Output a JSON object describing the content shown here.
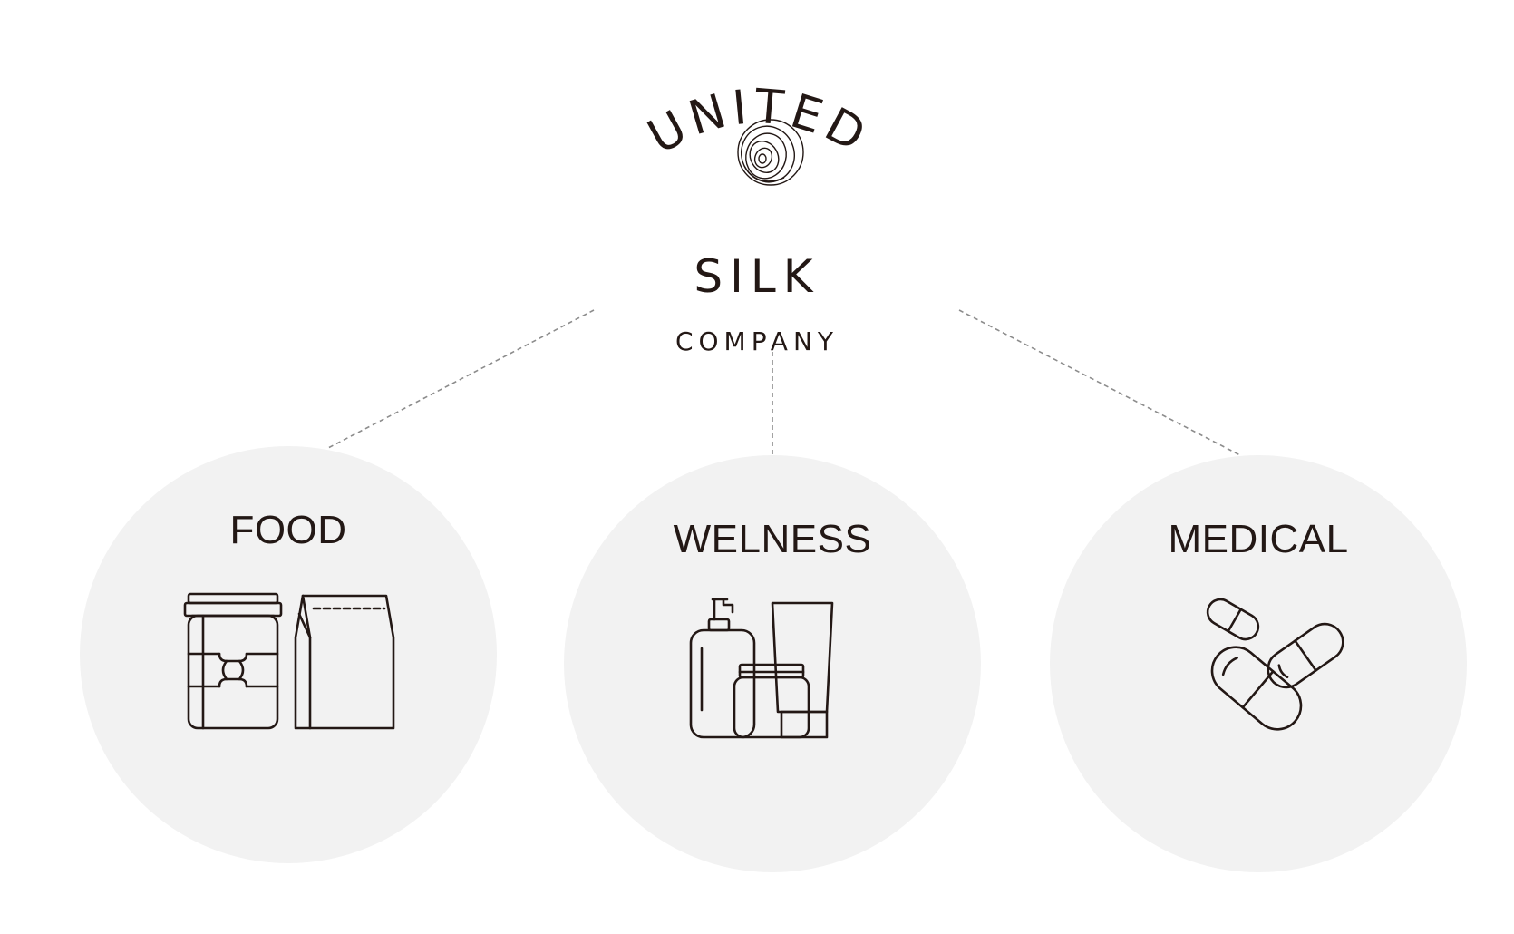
{
  "logo": {
    "line1": "UNITED",
    "line2": "SILK",
    "line3": "COMPANY"
  },
  "categories": [
    {
      "id": "food",
      "label": "FOOD",
      "icon": "food-packaging-icon"
    },
    {
      "id": "wellness",
      "label": "WELNESS",
      "icon": "cosmetic-bottles-icon"
    },
    {
      "id": "medical",
      "label": "MEDICAL",
      "icon": "capsule-pills-icon"
    }
  ],
  "colors": {
    "ink": "#231815",
    "circle_fill": "#f2f2f2",
    "connector": "#8c8c8c"
  }
}
